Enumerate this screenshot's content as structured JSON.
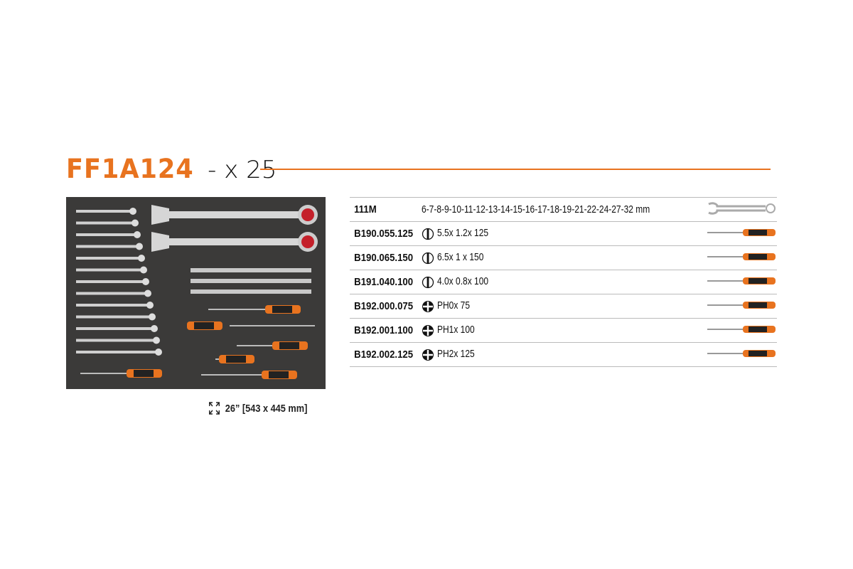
{
  "header": {
    "code": "FF1A124",
    "quantity": "- x 25"
  },
  "tray": {
    "dimensions": "26” [543 x 445 mm]",
    "expand_icon": "expand-arrows-icon"
  },
  "colors": {
    "accent": "#e8731f",
    "tray": "#3b3a39"
  },
  "items": [
    {
      "ref": "111M",
      "tip": "none",
      "desc": "6-7-8-9-10-11-12-13-14-15-16-17-18-19-21-22-24-27-32 mm",
      "tool": "wrench"
    },
    {
      "ref": "B190.055.125",
      "tip": "slotted",
      "desc": "5.5x 1.2x 125",
      "tool": "screwdriver"
    },
    {
      "ref": "B190.065.150",
      "tip": "slotted",
      "desc": "6.5x 1 x 150",
      "tool": "screwdriver"
    },
    {
      "ref": "B191.040.100",
      "tip": "slotted",
      "desc": "4.0x 0.8x 100",
      "tool": "screwdriver"
    },
    {
      "ref": "B192.000.075",
      "tip": "phillips",
      "desc": "PH0x 75",
      "tool": "screwdriver"
    },
    {
      "ref": "B192.001.100",
      "tip": "phillips",
      "desc": "PH1x 100",
      "tool": "screwdriver"
    },
    {
      "ref": "B192.002.125",
      "tip": "phillips",
      "desc": "PH2x 125",
      "tool": "screwdriver"
    }
  ]
}
